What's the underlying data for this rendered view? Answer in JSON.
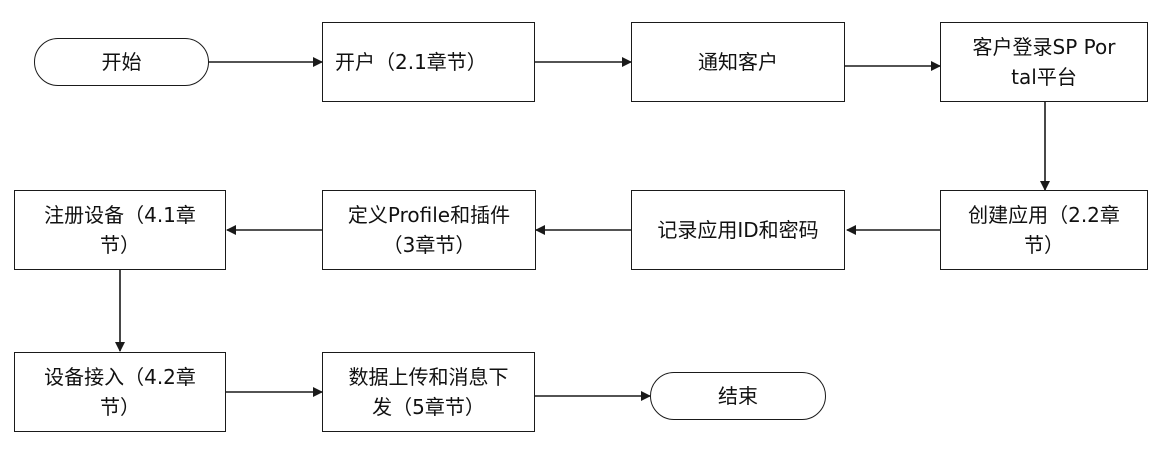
{
  "flowchart": {
    "start": "开始",
    "open_account": "开户（2.1章节）",
    "notify_customer": "通知客户",
    "customer_login": "客户登录SP Portal平台",
    "create_app": "创建应用（2.2章节）",
    "record_app_id": "记录应用ID和密码",
    "define_profile": "定义Profile和插件（3章节）",
    "register_device": "注册设备（4.1章节）",
    "device_access": "设备接入（4.2章节）",
    "data_upload": "数据上传和消息下发（5章节）",
    "end": "结束"
  },
  "colors": {
    "line": "#1a1a1a",
    "box_fill": "#ffffff",
    "text": "#111111"
  }
}
